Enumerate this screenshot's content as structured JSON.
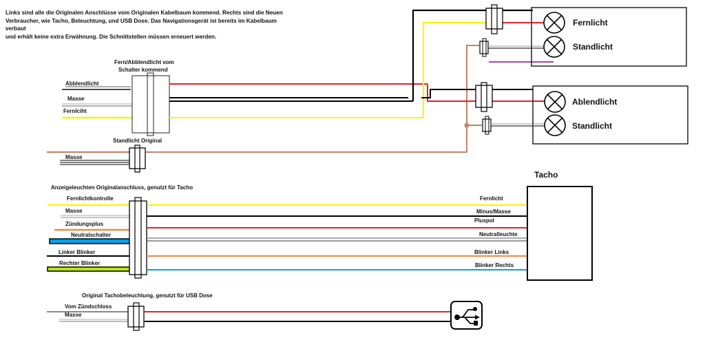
{
  "intro": {
    "line1": "Links sind alle die Originalen Anschlüsse vom Originalen Kabelbaum kommend. Rechts sind die Neuen",
    "line2": "Verbraucher, wie Tacho, Beleuchtung, und USB Dose. Das Navigationsgerät ist bereits im Kabelbaum verbaut",
    "line3": "und erhält keine extra Erwähnung. Die Schnittstellen müssen erneuert werden."
  },
  "colors": {
    "red": "#ee1c24",
    "black": "#000000",
    "yellow": "#fff200",
    "brown": "#c2836a",
    "purple": "#a349a4",
    "orange": "#f7873a",
    "blue": "#00a2e8",
    "green": "#b5e61d",
    "gray": "#888888"
  },
  "switch_section": {
    "title_line1": "Fern/Abblendlicht vom",
    "title_line2": "Schalter kommend",
    "inputs": [
      "Abblendlicht",
      "Masse",
      "Fernlciht"
    ]
  },
  "standlicht_section": {
    "title": "Standlicht Original",
    "inputs": [
      "Masse"
    ]
  },
  "lamp_box_top": {
    "lamps": [
      {
        "label": "Fernlicht",
        "icon": "lamp-icon"
      },
      {
        "label": "Standlicht",
        "icon": "lamp-icon"
      }
    ]
  },
  "lamp_box_bottom": {
    "lamps": [
      {
        "label": "Ablendlicht",
        "icon": "lamp-icon"
      },
      {
        "label": "Standlicht",
        "icon": "lamp-icon"
      }
    ]
  },
  "tacho_section": {
    "title": "Anzeigeleuchten Originalanschluss, genutzt für Tacho",
    "inputs": [
      "Fernlichtkontrolle",
      "Masse",
      "Zündungsplus",
      "Neutralschalter",
      "Linker Blinker",
      "Rechter Blinker"
    ],
    "outputs": [
      "Fernlicht",
      "Minus/Masse",
      "Pluspol",
      "Neutralleuchte",
      "Blinker Links",
      "Blinker Rechts"
    ],
    "device_label": "Tacho"
  },
  "usb_section": {
    "title": "Original Tachobeleuchtung, genutzt für USB Dose",
    "inputs": [
      "Vom Zündschloss",
      "Masse"
    ],
    "device_icon": "usb-icon"
  }
}
